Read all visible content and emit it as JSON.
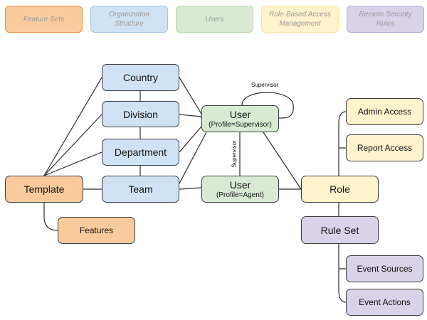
{
  "legend": [
    {
      "label": "Feature Sets",
      "bg": "#f9cb9c",
      "border": "#e69138"
    },
    {
      "label": "Organization Structure",
      "bg": "#cfe2f3",
      "border": "#9fc5e8"
    },
    {
      "label": "Users",
      "bg": "#d9ead3",
      "border": "#b6d7a8"
    },
    {
      "label": "Role-Based Access Management",
      "bg": "#fff2cc",
      "border": "#ffe599"
    },
    {
      "label": "Remote Security Rules",
      "bg": "#d9d2e9",
      "border": "#b4a7d6"
    }
  ],
  "nodes": {
    "country": {
      "label": "Country"
    },
    "division": {
      "label": "Division"
    },
    "department": {
      "label": "Department"
    },
    "team": {
      "label": "Team"
    },
    "template": {
      "label": "Template"
    },
    "features": {
      "label": "Features"
    },
    "user_supervisor": {
      "label": "User",
      "sub": "(Profile=Supervisor)"
    },
    "user_agent": {
      "label": "User",
      "sub": "(Profile=Agent)"
    },
    "role": {
      "label": "Role"
    },
    "admin_access": {
      "label": "Admin Access"
    },
    "report_access": {
      "label": "Report Access"
    },
    "rule_set": {
      "label": "Rule Set"
    },
    "event_sources": {
      "label": "Event Sources"
    },
    "event_actions": {
      "label": "Event Actions"
    }
  },
  "edge_labels": {
    "supervisor_loop": "Supervisor",
    "supervisor_vertical": "Supervisor"
  },
  "colors": {
    "orange": "#f9cb9c",
    "blue": "#cfe2f3",
    "green": "#d9ead3",
    "yellow": "#fff2cc",
    "purple": "#d9d2e9",
    "line": "#2b2b2b"
  }
}
